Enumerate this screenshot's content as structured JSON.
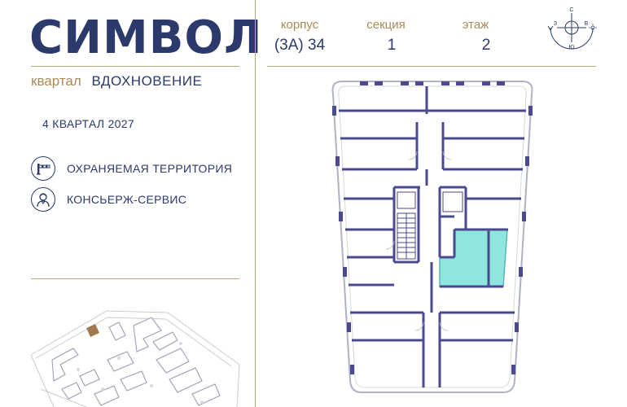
{
  "brand": {
    "title": "СИМВОЛ"
  },
  "quarter": {
    "prefix": "квартал",
    "name": "ВДОХНОВЕНИЕ"
  },
  "delivery": "4 КВАРТАЛ 2027",
  "features": [
    {
      "label": "ОХРАНЯЕМАЯ ТЕРРИТОРИЯ",
      "icon": "barrier-icon"
    },
    {
      "label": "КОНСЬЕРЖ-СЕРВИС",
      "icon": "concierge-icon"
    }
  ],
  "info": {
    "building_label": "корпус",
    "building_value": "(3А) 34",
    "section_label": "секция",
    "section_value": "1",
    "floor_label": "этаж",
    "floor_value": "2"
  },
  "compass": {
    "north": "С",
    "south": "Ю",
    "west": "З",
    "east": "В"
  },
  "colors": {
    "brand": "#2b3a6b",
    "gold": "#c2a877",
    "highlight": "#8ee6de",
    "walls": "#4a4a8c"
  }
}
